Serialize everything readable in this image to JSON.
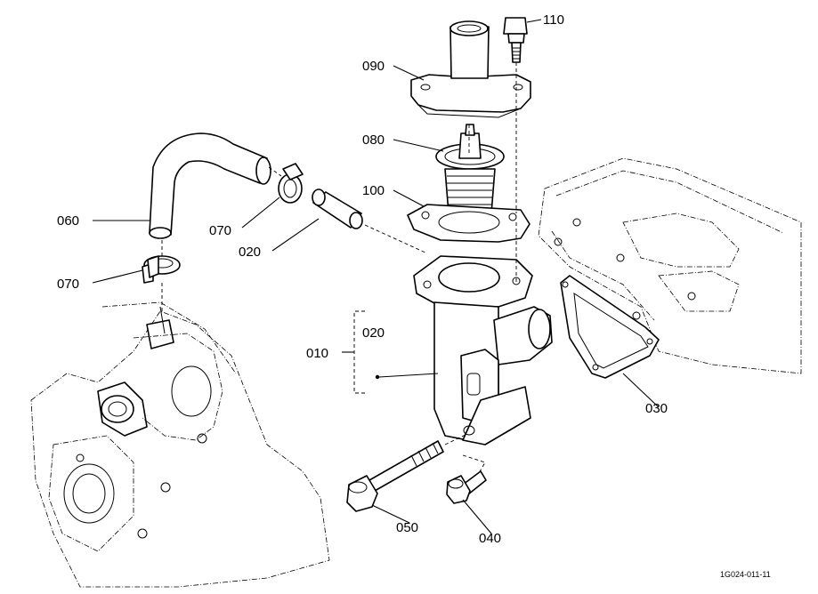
{
  "callouts": [
    {
      "id": "110",
      "text": "110"
    },
    {
      "id": "090",
      "text": "090"
    },
    {
      "id": "080",
      "text": "080"
    },
    {
      "id": "100",
      "text": "100"
    },
    {
      "id": "060",
      "text": "060"
    },
    {
      "id": "070a",
      "text": "070"
    },
    {
      "id": "020a",
      "text": "020"
    },
    {
      "id": "070b",
      "text": "070"
    },
    {
      "id": "010",
      "text": "010"
    },
    {
      "id": "020b",
      "text": "020"
    },
    {
      "id": "030",
      "text": "030"
    },
    {
      "id": "050",
      "text": "050"
    },
    {
      "id": "040",
      "text": "040"
    }
  ],
  "drawing_code": "1G024-011-11"
}
